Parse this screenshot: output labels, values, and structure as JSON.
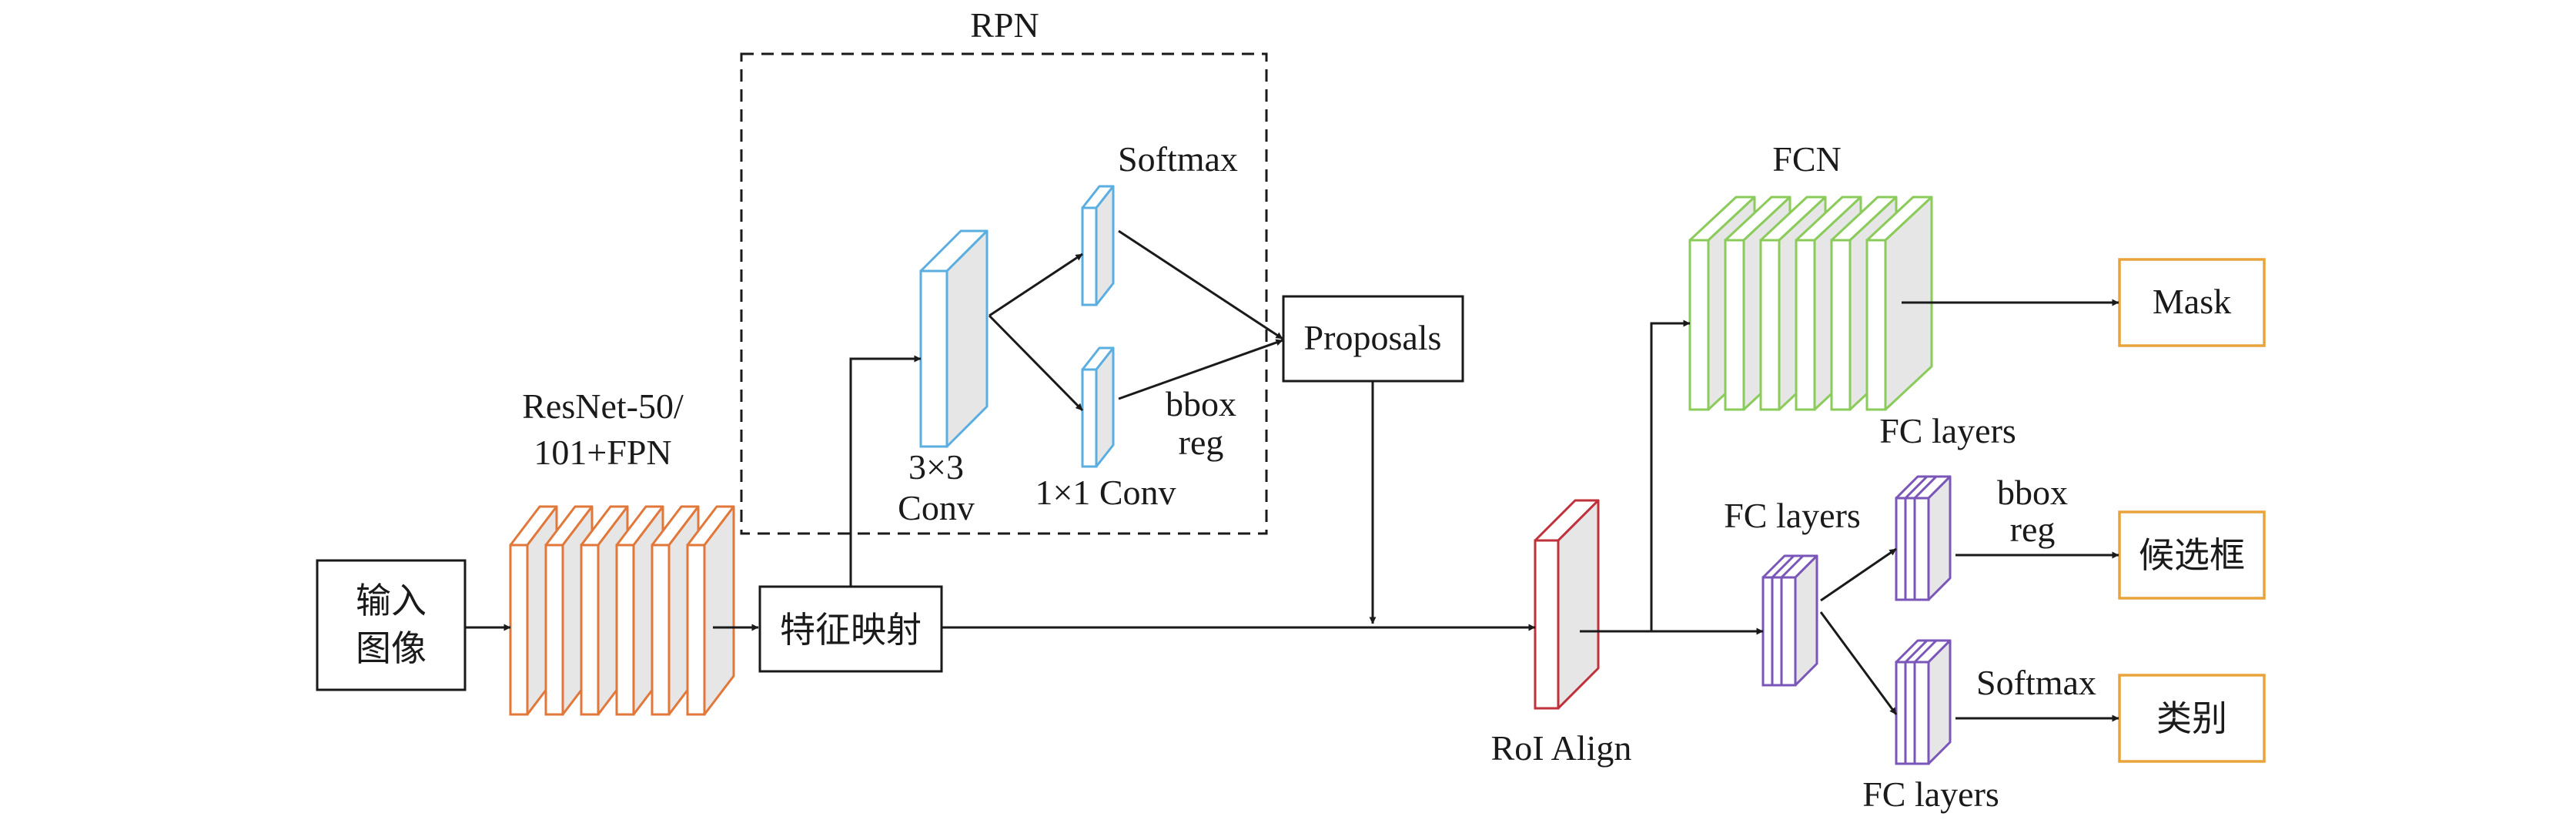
{
  "colors": {
    "backbone": "#e2773a",
    "rpn": "#5aaee0",
    "roi": "#c0323b",
    "fcn": "#8acb5a",
    "fc": "#7a56b8",
    "output_box": "#e8a33a",
    "line": "#1a1a1a",
    "slab_fill": "#e6e6e6"
  },
  "input": {
    "line1": "输入",
    "line2": "图像"
  },
  "backbone": {
    "line1": "ResNet-50/",
    "line2": "101+FPN"
  },
  "feature_map": {
    "label": "特征映射"
  },
  "rpn": {
    "title": "RPN",
    "conv3_line1": "3×3",
    "conv3_line2": "Conv",
    "conv1_label": "1×1 Conv",
    "softmax": "Softmax",
    "bbox_line1": "bbox",
    "bbox_line2": "reg",
    "proposals": "Proposals"
  },
  "roi_align": {
    "label": "RoI Align"
  },
  "fcn": {
    "label": "FCN"
  },
  "heads": {
    "fc_layers_left": "FC layers",
    "fc_layers_top": "FC layers",
    "fc_layers_bottom": "FC layers",
    "bbox_line1": "bbox",
    "bbox_line2": "reg",
    "softmax": "Softmax"
  },
  "outputs": {
    "mask": "Mask",
    "boxes": "候选框",
    "classes": "类别"
  }
}
